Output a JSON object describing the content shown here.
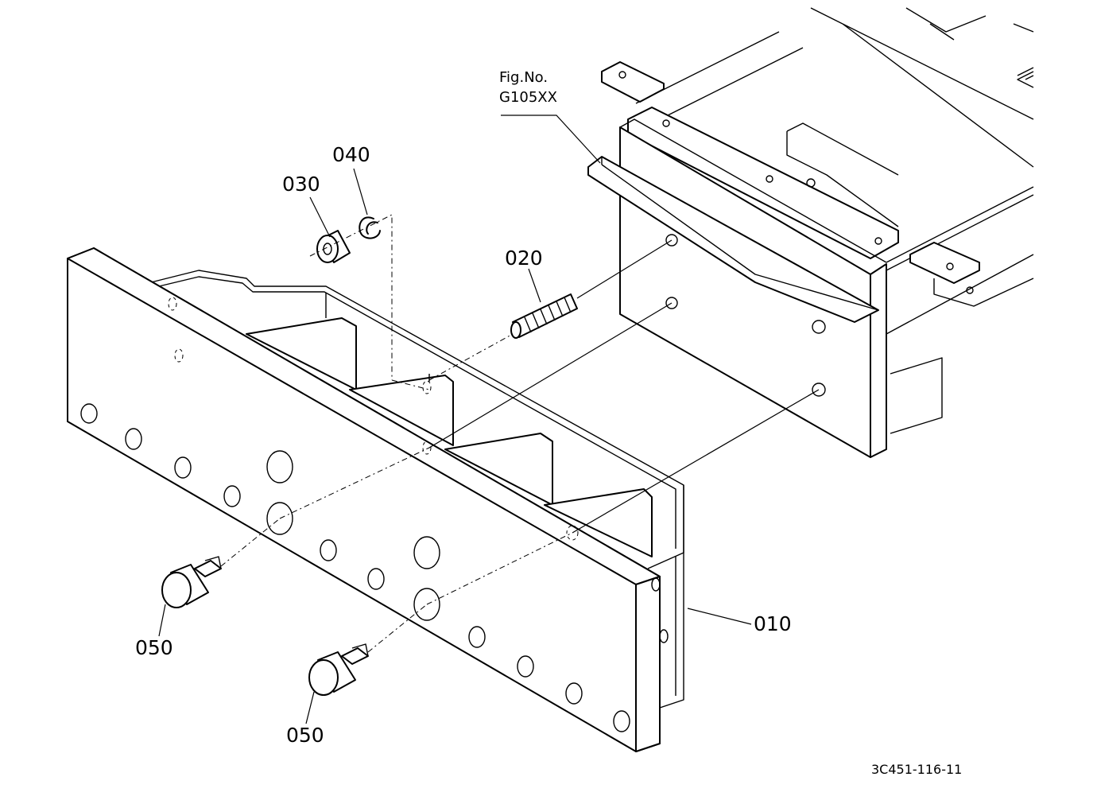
{
  "callouts": {
    "p010": "010",
    "p020": "020",
    "p030": "030",
    "p040": "040",
    "p050a": "050",
    "p050b": "050"
  },
  "figure_reference": {
    "line1": "Fig.No.",
    "line2": "G105XX"
  },
  "drawing_code": "3C451-116-11"
}
